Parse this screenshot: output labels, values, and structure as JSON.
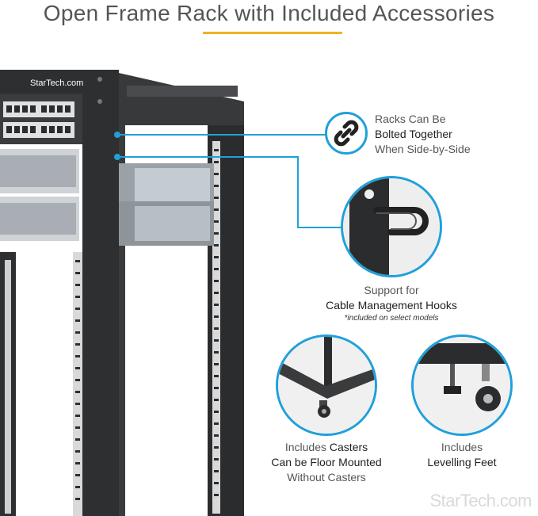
{
  "header": {
    "title": "Open Frame Rack with Included Accessories"
  },
  "rack_brand": "StarTech.com",
  "features": {
    "bolt_together": {
      "line1": "Racks Can Be",
      "line2": "Bolted Together",
      "line3": "When Side-by-Side",
      "icon": "chain-link-icon"
    },
    "cable_hooks": {
      "line1": "Support for",
      "line2": "Cable Management Hooks",
      "note": "*included on select models"
    },
    "casters": {
      "line1_pre": "Includes ",
      "line1_bold": "Casters",
      "line2": "Can be Floor Mounted",
      "line3": "Without Casters"
    },
    "feet": {
      "line1": "Includes",
      "line2": "Levelling Feet"
    }
  },
  "watermark": "StarTech.com",
  "colors": {
    "accent_rule": "#f0b323",
    "callout_blue": "#1fa0db",
    "rack_dark": "#2e2f31"
  }
}
